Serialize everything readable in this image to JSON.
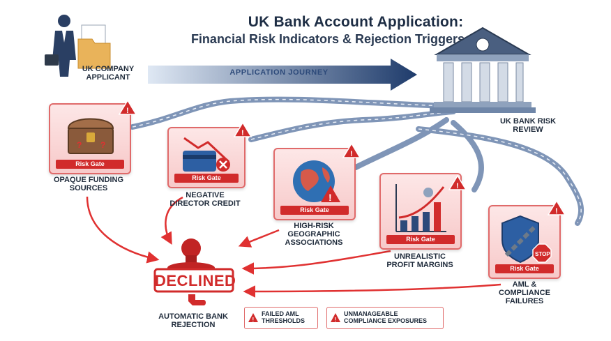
{
  "title": "UK Bank Account Application:",
  "subtitle": "Financial Risk Indicators & Rejection Triggers",
  "applicant_label": "UK COMPANY APPLICANT",
  "journey_label": "APPLICATION JOURNEY",
  "bank_label": "UK BANK RISK REVIEW",
  "gate_badge": "Risk Gate",
  "gates": [
    {
      "label": "OPAQUE FUNDING SOURCES",
      "icon": "treasure-chest-question-icon"
    },
    {
      "label": "NEGATIVE DIRECTOR CREDIT",
      "icon": "credit-card-decline-icon"
    },
    {
      "label": "HIGH-RISK GEOGRAPHIC ASSOCIATIONS",
      "icon": "globe-warning-icon"
    },
    {
      "label": "UNREALISTIC PROFIT MARGINS",
      "icon": "rising-bar-chart-icon"
    },
    {
      "label": "AML & COMPLIANCE FAILURES",
      "icon": "shield-chain-stop-icon"
    }
  ],
  "stop_sign": "STOP",
  "stamp_text": "DECLINED",
  "rejection_label": "AUTOMATIC BANK REJECTION",
  "failures": [
    {
      "label": "FAILED AML THRESHOLDS"
    },
    {
      "label": "UNMANAGEABLE COMPLIANCE EXPOSURES"
    }
  ],
  "colors": {
    "navy": "#1d2d44",
    "risk_red": "#d12b2b",
    "gate_fill": "#fbd9d9",
    "road": "#6f86a8",
    "journey_blue": "#2d4a7a"
  }
}
